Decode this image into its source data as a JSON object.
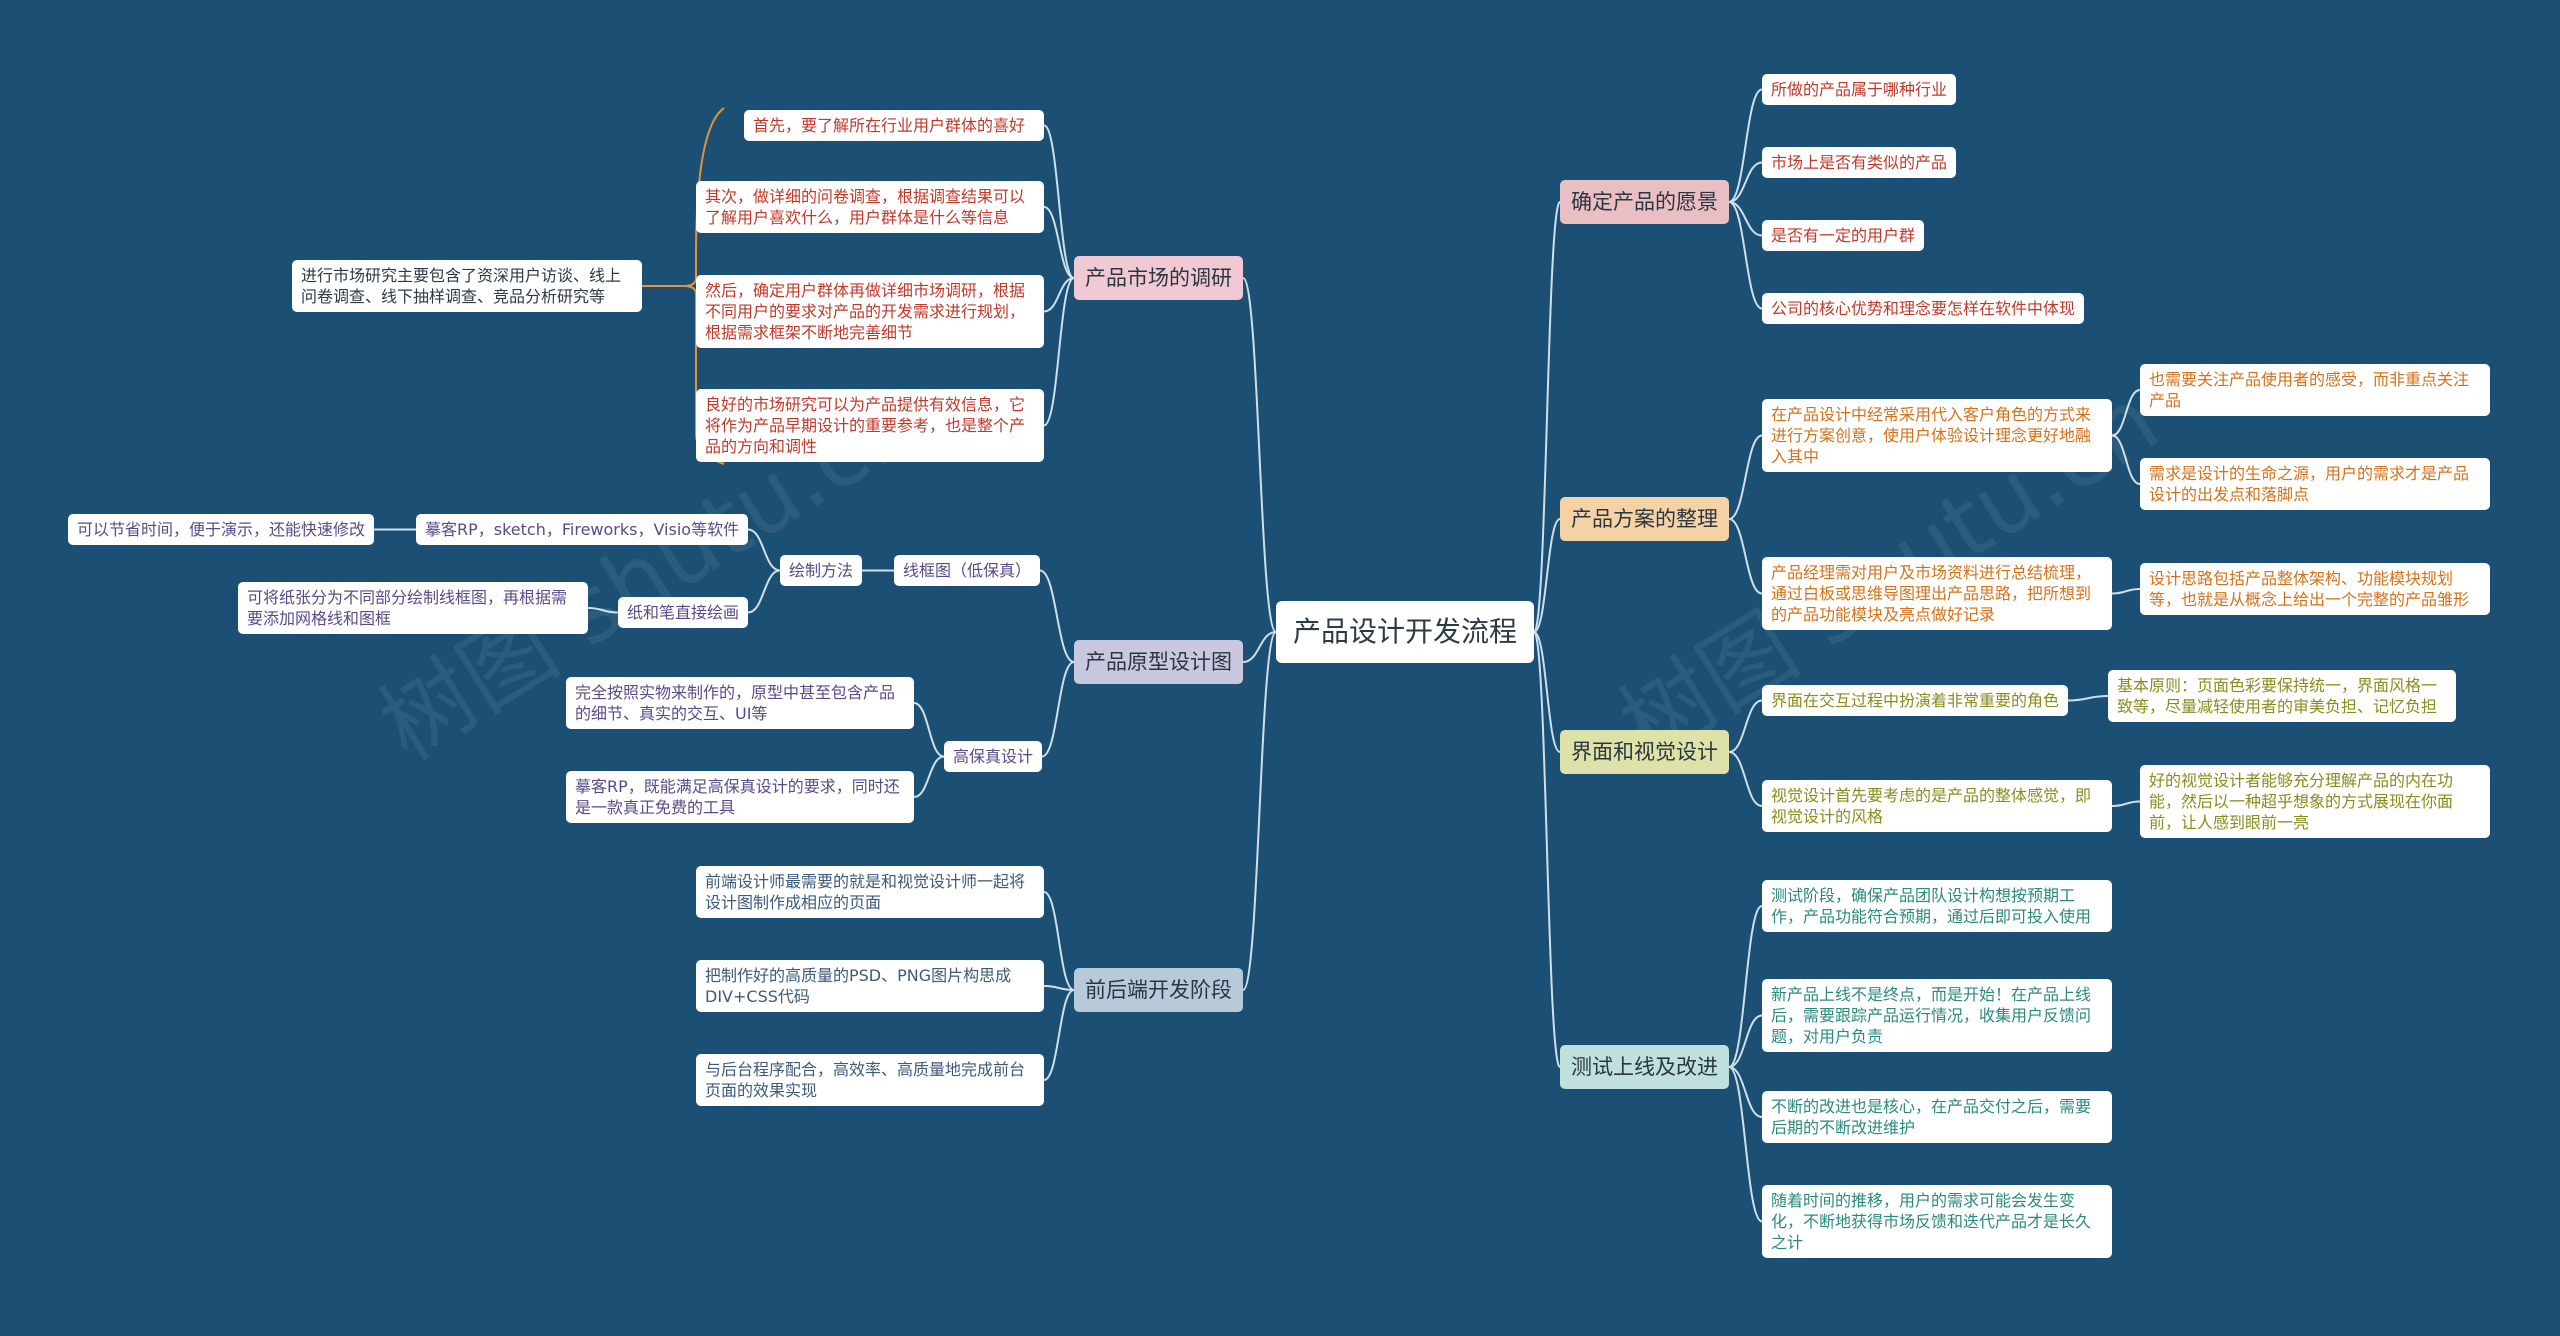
{
  "colors": {
    "background": "#1b5074",
    "line": "#cfdfe9",
    "orange": "#e8913a",
    "market_bg": "#f1c9d5",
    "market_text": "#c0392b",
    "proto_bg": "#c9c8de",
    "proto_text": "#5b4a87",
    "dev_bg": "#b8c9d9",
    "dev_text": "#3d5a7a",
    "vision_bg": "#e9bfc4",
    "vision_text": "#c0392b",
    "plan_bg": "#f5d2a4",
    "plan_text": "#d4721a",
    "ui_bg": "#dfe2a8",
    "ui_text": "#8a8c1d",
    "test_bg": "#bfe0dc",
    "test_text": "#2a8a7f"
  },
  "root": {
    "label": "产品设计开发流程"
  },
  "branches": {
    "market": {
      "label": "产品市场的调研",
      "children": [
        "首先，要了解所在行业用户群体的喜好",
        "其次，做详细的问卷调查，根据调查结果可以了解用户喜欢什么，用户群体是什么等信息",
        "然后，确定用户群体再做详细市场调研，根据不同用户的要求对产品的开发需求进行规划，根据需求框架不断地完善细节",
        "良好的市场研究可以为产品提供有效信息，它将作为产品早期设计的重要参考，也是整个产品的方向和调性"
      ],
      "summary": "进行市场研究主要包含了资深用户访谈、线上问卷调查、线下抽样调查、竞品分析研究等"
    },
    "prototype": {
      "label": "产品原型设计图",
      "wireframe": {
        "label": "线框图（低保真）",
        "draw": {
          "label": "绘制方法",
          "software": {
            "label": "摹客RP，sketch，Fireworks，Visio等软件",
            "note": "可以节省时间，便于演示，还能快速修改"
          },
          "paper": {
            "label": "纸和笔直接绘画",
            "note": "可将纸张分为不同部分绘制线框图，再根据需要添加网格线和图框"
          }
        }
      },
      "hifi": {
        "label": "高保真设计",
        "children": [
          "完全按照实物来制作的，原型中甚至包含产品的细节、真实的交互、UI等",
          "摹客RP，既能满足高保真设计的要求，同时还是一款真正免费的工具"
        ]
      }
    },
    "dev": {
      "label": "前后端开发阶段",
      "children": [
        "前端设计师最需要的就是和视觉设计师一起将设计图制作成相应的页面",
        "把制作好的高质量的PSD、PNG图片构思成DIV+CSS代码",
        "与后台程序配合，高效率、高质量地完成前台页面的效果实现"
      ]
    },
    "vision": {
      "label": "确定产品的愿景",
      "children": [
        "所做的产品属于哪种行业",
        "市场上是否有类似的产品",
        "是否有一定的用户群",
        "公司的核心优势和理念要怎样在软件中体现"
      ]
    },
    "plan": {
      "label": "产品方案的整理",
      "children": [
        {
          "label": "在产品设计中经常采用代入客户角色的方式来进行方案创意，使用户体验设计理念更好地融入其中",
          "children": [
            "也需要关注产品使用者的感受，而非重点关注产品",
            "需求是设计的生命之源，用户的需求才是产品设计的出发点和落脚点"
          ]
        },
        {
          "label": "产品经理需对用户及市场资料进行总结梳理，通过白板或思维导图理出产品思路，把所想到的产品功能模块及亮点做好记录",
          "children": [
            "设计思路包括产品整体架构、功能模块规划等，也就是从概念上给出一个完整的产品雏形"
          ]
        }
      ]
    },
    "ui": {
      "label": "界面和视觉设计",
      "children": [
        {
          "label": "界面在交互过程中扮演着非常重要的角色",
          "children": [
            "基本原则：页面色彩要保持统一，界面风格一致等，尽量减轻使用者的审美负担、记忆负担"
          ]
        },
        {
          "label": "视觉设计首先要考虑的是产品的整体感觉，即视觉设计的风格",
          "children": [
            "好的视觉设计者能够充分理解产品的内在功能，然后以一种超乎想象的方式展现在你面前，让人感到眼前一亮"
          ]
        }
      ]
    },
    "test": {
      "label": "测试上线及改进",
      "children": [
        "测试阶段，确保产品团队设计构想按预期工作，产品功能符合预期，通过后即可投入使用",
        "新产品上线不是终点，而是开始！在产品上线后，需要跟踪产品运行情况，收集用户反馈问题，对用户负责",
        "不断的改进也是核心，在产品交付之后，需要后期的不断改进维护",
        "随着时间的推移，用户的需求可能会发生变化，不断地获得市场反馈和迭代产品才是长久之计"
      ]
    }
  },
  "watermark": "树图 shutu.cn"
}
